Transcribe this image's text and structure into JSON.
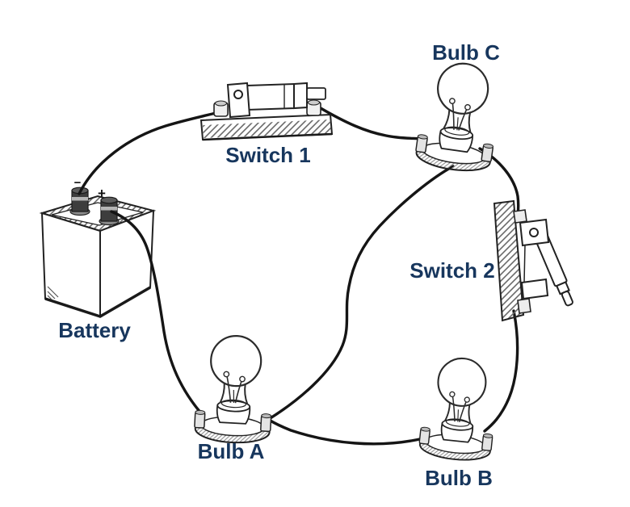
{
  "figure": {
    "type": "circuit-diagram",
    "background_color": "#ffffff",
    "label_color": "#17365d",
    "line_color": "#1a1a1a",
    "labels": {
      "battery": "Battery",
      "switch1": "Switch 1",
      "switch2": "Switch 2",
      "bulb_a": "Bulb A",
      "bulb_b": "Bulb B",
      "bulb_c": "Bulb C"
    },
    "battery": {
      "negative_sign": "−",
      "positive_sign": "+"
    },
    "switch_states": {
      "switch1": "closed",
      "switch2": "open"
    },
    "connections": [
      "Battery (−) → Switch 1",
      "Switch 1 → Bulb C",
      "Bulb C → Switch 2",
      "Switch 2 → Bulb B",
      "Bulb B → Bulb A",
      "Bulb C → Bulb A",
      "Bulb A → Battery (+)"
    ]
  }
}
